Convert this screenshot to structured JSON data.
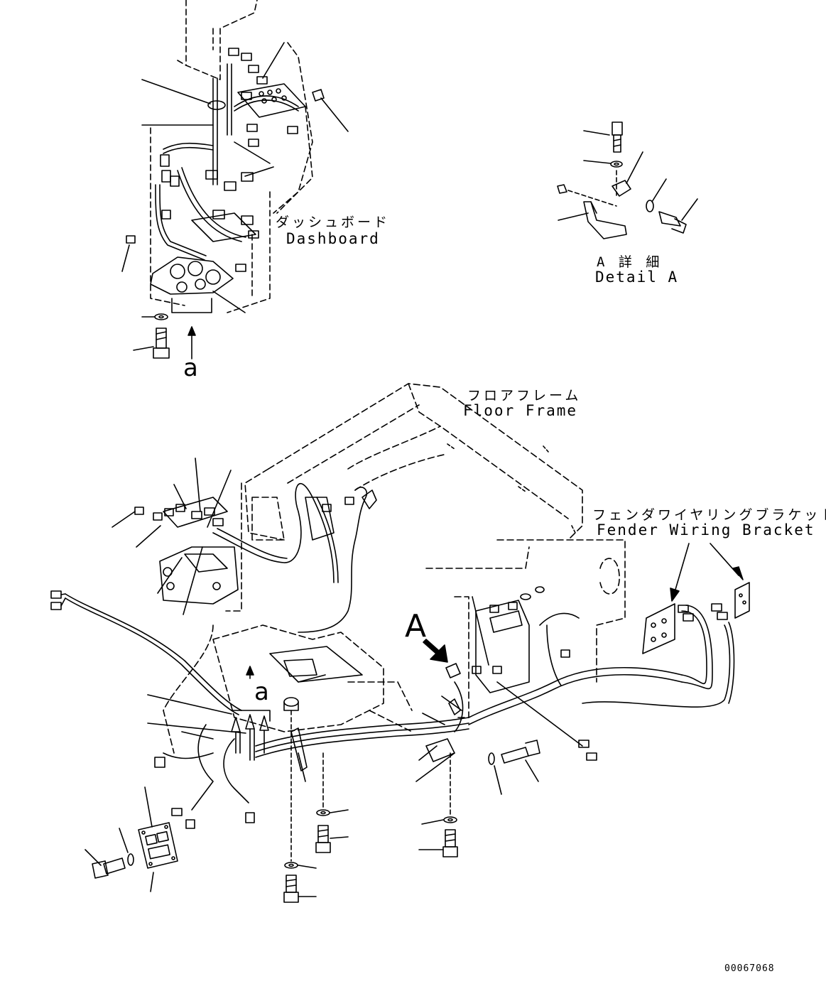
{
  "diagram": {
    "dashboard": {
      "jp": "ダッシュボード",
      "en": "Dashboard"
    },
    "detail_a": {
      "jp": "A 詳 細",
      "en": "Detail A"
    },
    "floor_frame": {
      "jp": "フロアフレーム",
      "en": "Floor Frame"
    },
    "fender_bracket": {
      "jp": "フェンダワイヤリングブラケット",
      "en": "Fender Wiring Bracket"
    },
    "view_marker_a": "A",
    "arrow_marker_a": "a",
    "drawing_code": "00067068"
  },
  "colors": {
    "line": "#000000",
    "background": "#ffffff"
  }
}
